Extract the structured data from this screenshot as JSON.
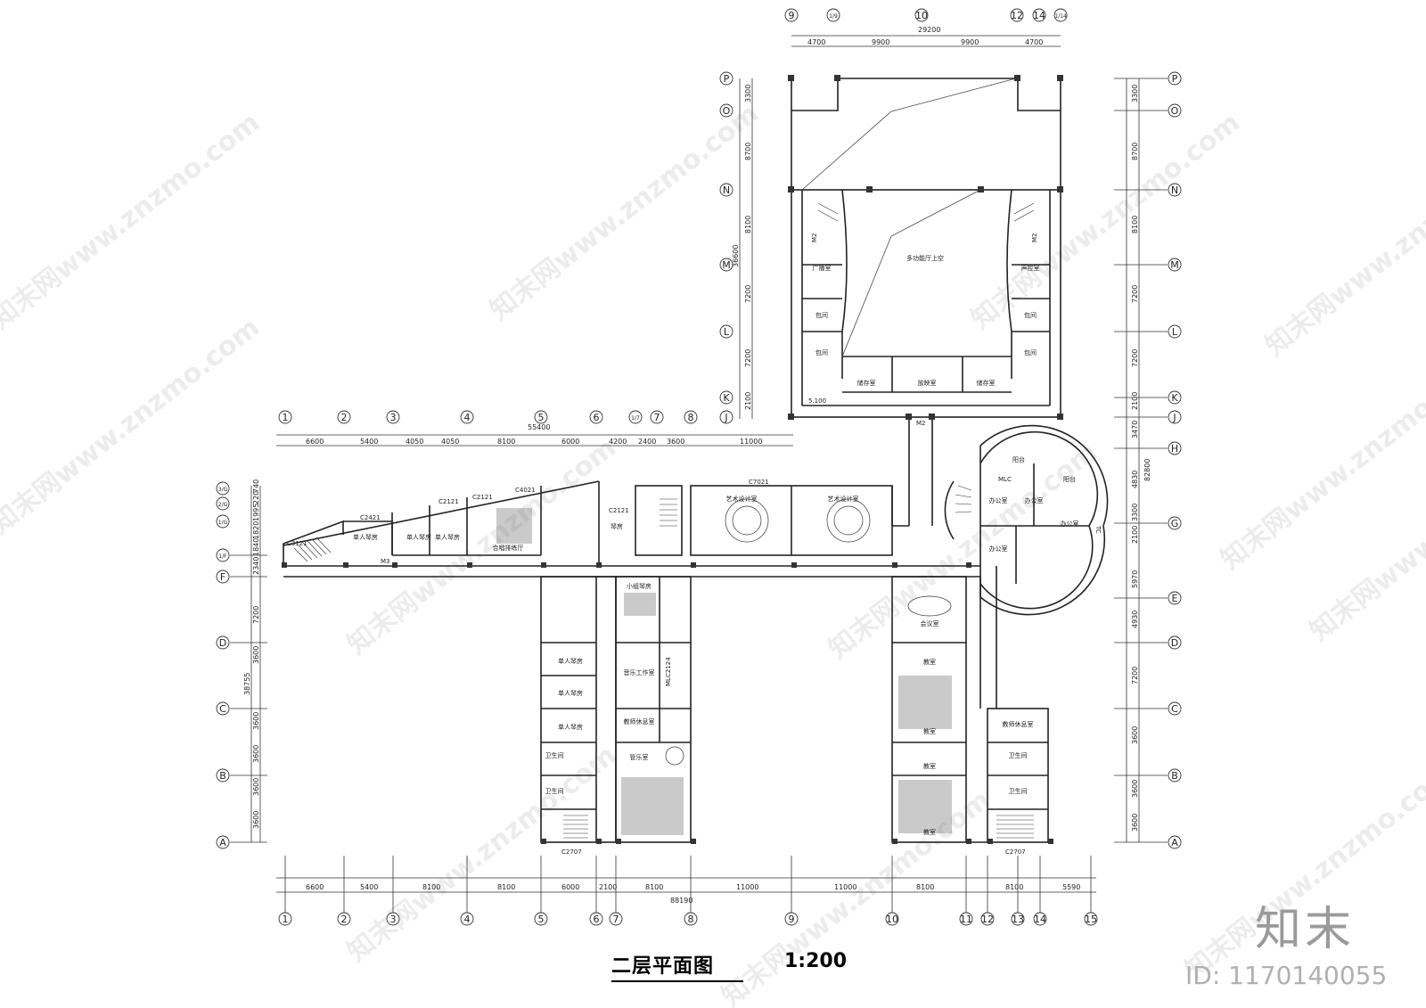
{
  "title": "二层平面图",
  "scale": "1:200",
  "brand": "知末",
  "id_label": "ID: 1170140055",
  "watermark": "知末网www.znzmo.com",
  "axes_bottom": [
    "1",
    "2",
    "3",
    "4",
    "5",
    "6",
    "7",
    "8",
    "9",
    "10",
    "11",
    "12",
    "13",
    "14",
    "15"
  ],
  "axes_upper": [
    "1",
    "2",
    "3",
    "4",
    "5",
    "6",
    "1/7",
    "7",
    "8"
  ],
  "axes_top": [
    "9",
    "1/9",
    "10",
    "12",
    "14",
    "1/14"
  ],
  "axes_left_rows": [
    "A",
    "B",
    "C",
    "D",
    "F",
    "1/F",
    "1/G",
    "2/G",
    "3/G"
  ],
  "axes_right_rows": [
    "P",
    "O",
    "N",
    "M",
    "L",
    "K",
    "J",
    "H",
    "G",
    "E",
    "D",
    "C",
    "B",
    "A"
  ],
  "axes_mid_rows": [
    "P",
    "O",
    "N",
    "M",
    "L",
    "K",
    "J"
  ],
  "dims_bottom": [
    "6600",
    "5400",
    "8100",
    "8100",
    "6000",
    "2100",
    "8100",
    "11000",
    "11000",
    "8100",
    "8100",
    "5590"
  ],
  "dim_bottom_total": "88190",
  "dims_upper": [
    "6600",
    "5400",
    "4050",
    "4050",
    "8100",
    "6000",
    "4200",
    "2400",
    "3600",
    "11000"
  ],
  "dim_upper_total": "55400",
  "dims_top": [
    "4700",
    "9900",
    "9900",
    "4700"
  ],
  "dim_top_total": "29200",
  "dims_left": [
    "3600",
    "3600",
    "3600",
    "3600",
    "3600",
    "7200"
  ],
  "dim_left_total": "38755",
  "dims_left_upper": [
    "2340",
    "1840",
    "1820",
    "1995",
    "220",
    "740"
  ],
  "dims_right": [
    "3300",
    "8700",
    "8100",
    "7200",
    "7200",
    "2100",
    "3470",
    "4830",
    "3300",
    "2100",
    "5970",
    "4930",
    "7200",
    "3600",
    "3600",
    "3600"
  ],
  "dim_right_total": "82800",
  "dims_mid": [
    "3300",
    "8700",
    "8100",
    "7200",
    "7200",
    "2100"
  ],
  "dim_mid_total": "36600",
  "rooms": {
    "hall_void": "多功能厅上空",
    "broadcast": "广播室",
    "sound_control": "声控室",
    "box1": "包间",
    "box2": "包间",
    "box3": "包间",
    "box4": "包间",
    "storage1": "储存室",
    "storage2": "放映室",
    "storage3": "储存室",
    "art1": "艺术设计室",
    "art2": "艺术设计室",
    "tea1": "单人琴房",
    "tea2": "单人琴房",
    "tea3": "单人琴房",
    "rehearsal": "合唱排练厅",
    "study": "琴房",
    "small_piano": "小组琴房",
    "music_work": "音乐工作室",
    "teacher_rest": "教师休息室",
    "band": "管乐室",
    "single1": "单人琴房",
    "single2": "单人琴房",
    "single3": "单人琴房",
    "meeting": "会议室",
    "class1": "教室",
    "class2": "教室",
    "class3": "教室",
    "class4": "教室",
    "office1": "办公室",
    "office2": "办公室",
    "office3": "办公室",
    "office4": "办公室",
    "terrace1": "阳台",
    "terrace2": "阳台",
    "teacher_rest2": "教师休息室",
    "toilet1": "卫生间",
    "toilet2": "卫生间",
    "toilet3": "卫生间",
    "toilet4": "卫生间"
  },
  "windows": {
    "c7021": "C7021",
    "c2121a": "C2121",
    "c2121b": "C2121",
    "c2121c": "C2121",
    "c2421": "C2421",
    "c3121": "C3121",
    "c4021": "C4021",
    "c2707a": "C2707",
    "c2707b": "C2707",
    "c2124": "MLC2124",
    "mlc": "MLC",
    "m2a": "M2",
    "m2b": "M2",
    "m2c": "M2",
    "m3": "M3",
    "tc": "TC",
    "elev": "5.100"
  }
}
